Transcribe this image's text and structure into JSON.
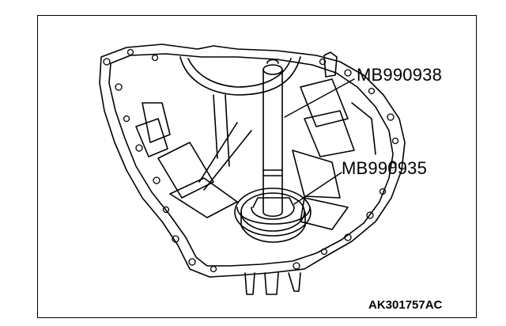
{
  "labels": {
    "tool_upper": "MB990938",
    "tool_lower": "MB990935"
  },
  "figure_code": "AK301757AC",
  "colors": {
    "line": "#000000",
    "background": "#ffffff"
  }
}
